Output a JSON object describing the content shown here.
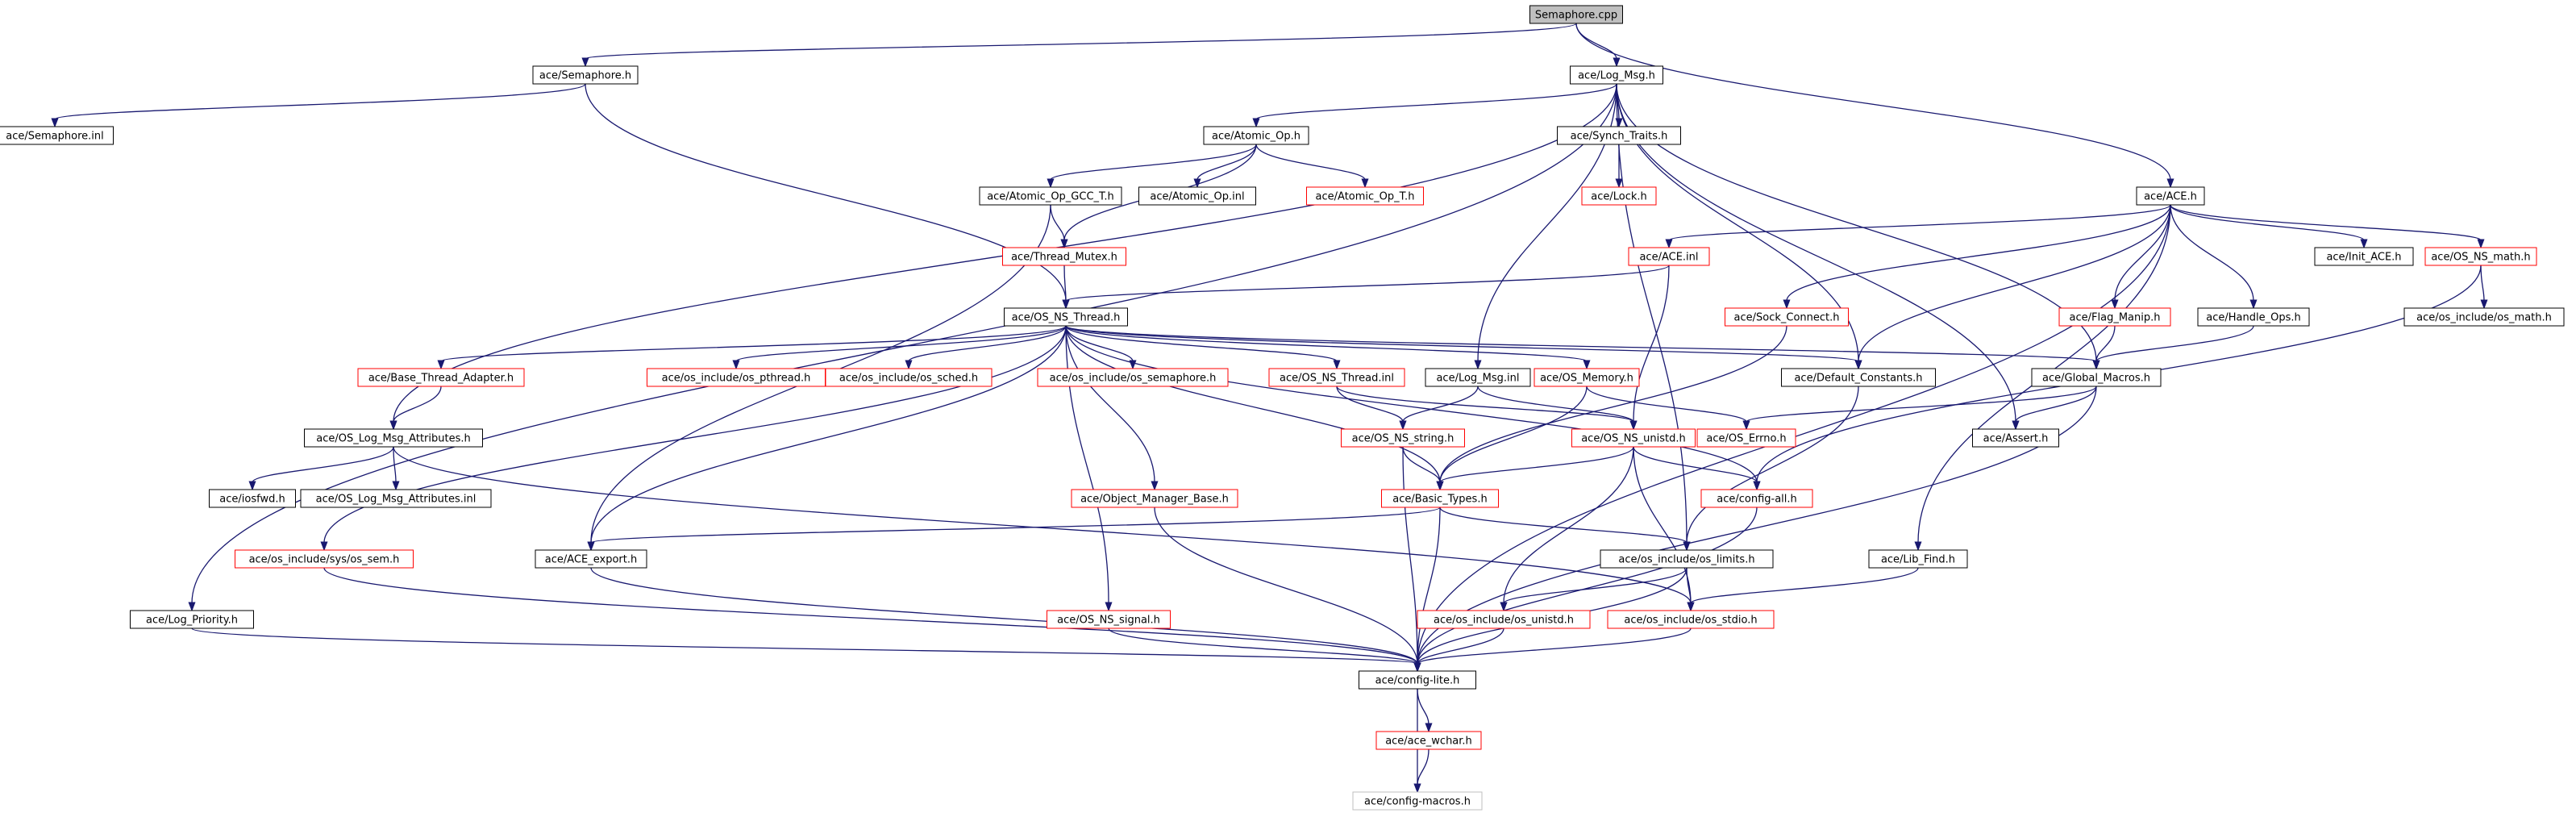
{
  "colors": {
    "edge": "#191970",
    "border_normal": "#000000",
    "border_missing": "#ff0000",
    "border_light": "#bfbfbf",
    "fill_root": "#bfbfbf",
    "fill_node": "#ffffff"
  },
  "nodes": [
    {
      "id": "semaphore_cpp",
      "label": "Semaphore.cpp",
      "style": "root"
    },
    {
      "id": "semaphore_h",
      "label": "ace/Semaphore.h",
      "style": "normal"
    },
    {
      "id": "log_msg_h",
      "label": "ace/Log_Msg.h",
      "style": "normal"
    },
    {
      "id": "semaphore_inl",
      "label": "ace/Semaphore.inl",
      "style": "normal"
    },
    {
      "id": "atomic_op_h",
      "label": "ace/Atomic_Op.h",
      "style": "normal"
    },
    {
      "id": "synch_traits_h",
      "label": "ace/Synch_Traits.h",
      "style": "normal"
    },
    {
      "id": "atomic_op_gcc_t_h",
      "label": "ace/Atomic_Op_GCC_T.h",
      "style": "normal"
    },
    {
      "id": "atomic_op_inl",
      "label": "ace/Atomic_Op.inl",
      "style": "normal"
    },
    {
      "id": "atomic_op_t_h",
      "label": "ace/Atomic_Op_T.h",
      "style": "missing"
    },
    {
      "id": "lock_h",
      "label": "ace/Lock.h",
      "style": "missing"
    },
    {
      "id": "ace_h",
      "label": "ace/ACE.h",
      "style": "normal"
    },
    {
      "id": "thread_mutex_h",
      "label": "ace/Thread_Mutex.h",
      "style": "missing"
    },
    {
      "id": "ace_inl",
      "label": "ace/ACE.inl",
      "style": "missing"
    },
    {
      "id": "init_ace_h",
      "label": "ace/Init_ACE.h",
      "style": "normal"
    },
    {
      "id": "os_ns_math_h",
      "label": "ace/OS_NS_math.h",
      "style": "missing"
    },
    {
      "id": "os_ns_thread_h",
      "label": "ace/OS_NS_Thread.h",
      "style": "normal"
    },
    {
      "id": "sock_connect_h",
      "label": "ace/Sock_Connect.h",
      "style": "missing"
    },
    {
      "id": "flag_manip_h",
      "label": "ace/Flag_Manip.h",
      "style": "missing"
    },
    {
      "id": "handle_ops_h",
      "label": "ace/Handle_Ops.h",
      "style": "normal"
    },
    {
      "id": "os_include_os_math_h",
      "label": "ace/os_include/os_math.h",
      "style": "normal"
    },
    {
      "id": "base_thread_adapter_h",
      "label": "ace/Base_Thread_Adapter.h",
      "style": "missing"
    },
    {
      "id": "os_include_os_pthread_h",
      "label": "ace/os_include/os_pthread.h",
      "style": "missing"
    },
    {
      "id": "os_include_os_sched_h",
      "label": "ace/os_include/os_sched.h",
      "style": "missing"
    },
    {
      "id": "os_include_os_semaphore_h",
      "label": "ace/os_include/os_semaphore.h",
      "style": "missing"
    },
    {
      "id": "os_ns_thread_inl",
      "label": "ace/OS_NS_Thread.inl",
      "style": "missing"
    },
    {
      "id": "log_msg_inl",
      "label": "ace/Log_Msg.inl",
      "style": "normal"
    },
    {
      "id": "os_memory_h",
      "label": "ace/OS_Memory.h",
      "style": "missing"
    },
    {
      "id": "default_constants_h",
      "label": "ace/Default_Constants.h",
      "style": "normal"
    },
    {
      "id": "global_macros_h",
      "label": "ace/Global_Macros.h",
      "style": "normal"
    },
    {
      "id": "os_log_msg_attributes_h",
      "label": "ace/OS_Log_Msg_Attributes.h",
      "style": "normal"
    },
    {
      "id": "os_ns_string_h",
      "label": "ace/OS_NS_string.h",
      "style": "missing"
    },
    {
      "id": "os_ns_unistd_h",
      "label": "ace/OS_NS_unistd.h",
      "style": "missing"
    },
    {
      "id": "os_errno_h",
      "label": "ace/OS_Errno.h",
      "style": "missing"
    },
    {
      "id": "assert_h",
      "label": "ace/Assert.h",
      "style": "normal"
    },
    {
      "id": "iosfwd_h",
      "label": "ace/iosfwd.h",
      "style": "normal"
    },
    {
      "id": "os_log_msg_attributes_inl",
      "label": "ace/OS_Log_Msg_Attributes.inl",
      "style": "normal"
    },
    {
      "id": "object_manager_base_h",
      "label": "ace/Object_Manager_Base.h",
      "style": "missing"
    },
    {
      "id": "basic_types_h",
      "label": "ace/Basic_Types.h",
      "style": "missing"
    },
    {
      "id": "config_all_h",
      "label": "ace/config-all.h",
      "style": "missing"
    },
    {
      "id": "os_include_sys_os_sem_h",
      "label": "ace/os_include/sys/os_sem.h",
      "style": "missing"
    },
    {
      "id": "ace_export_h",
      "label": "ace/ACE_export.h",
      "style": "normal"
    },
    {
      "id": "os_include_os_limits_h",
      "label": "ace/os_include/os_limits.h",
      "style": "normal"
    },
    {
      "id": "lib_find_h",
      "label": "ace/Lib_Find.h",
      "style": "normal"
    },
    {
      "id": "log_priority_h",
      "label": "ace/Log_Priority.h",
      "style": "normal"
    },
    {
      "id": "os_ns_signal_h",
      "label": "ace/OS_NS_signal.h",
      "style": "missing"
    },
    {
      "id": "os_include_os_unistd_h",
      "label": "ace/os_include/os_unistd.h",
      "style": "missing"
    },
    {
      "id": "os_include_os_stdio_h",
      "label": "ace/os_include/os_stdio.h",
      "style": "missing"
    },
    {
      "id": "config_lite_h",
      "label": "ace/config-lite.h",
      "style": "normal"
    },
    {
      "id": "ace_wchar_h",
      "label": "ace/ace_wchar.h",
      "style": "missing"
    },
    {
      "id": "config_macros_h",
      "label": "ace/config-macros.h",
      "style": "light"
    }
  ],
  "edges": [
    [
      "semaphore_cpp",
      "semaphore_h"
    ],
    [
      "semaphore_cpp",
      "log_msg_h"
    ],
    [
      "semaphore_cpp",
      "ace_h"
    ],
    [
      "semaphore_h",
      "semaphore_inl"
    ],
    [
      "semaphore_h",
      "os_ns_thread_h"
    ],
    [
      "log_msg_h",
      "atomic_op_h"
    ],
    [
      "log_msg_h",
      "synch_traits_h"
    ],
    [
      "log_msg_h",
      "log_priority_h"
    ],
    [
      "log_msg_h",
      "os_log_msg_attributes_h"
    ],
    [
      "log_msg_h",
      "log_msg_inl"
    ],
    [
      "log_msg_h",
      "default_constants_h"
    ],
    [
      "log_msg_h",
      "global_macros_h"
    ],
    [
      "log_msg_h",
      "assert_h"
    ],
    [
      "log_msg_h",
      "os_include_os_limits_h"
    ],
    [
      "atomic_op_h",
      "atomic_op_gcc_t_h"
    ],
    [
      "atomic_op_h",
      "atomic_op_inl"
    ],
    [
      "atomic_op_h",
      "atomic_op_t_h"
    ],
    [
      "atomic_op_h",
      "thread_mutex_h"
    ],
    [
      "synch_traits_h",
      "lock_h"
    ],
    [
      "atomic_op_gcc_t_h",
      "thread_mutex_h"
    ],
    [
      "atomic_op_gcc_t_h",
      "ace_export_h"
    ],
    [
      "thread_mutex_h",
      "os_ns_thread_h"
    ],
    [
      "ace_h",
      "ace_inl"
    ],
    [
      "ace_h",
      "init_ace_h"
    ],
    [
      "ace_h",
      "os_ns_math_h"
    ],
    [
      "ace_h",
      "sock_connect_h"
    ],
    [
      "ace_h",
      "flag_manip_h"
    ],
    [
      "ace_h",
      "handle_ops_h"
    ],
    [
      "ace_h",
      "default_constants_h"
    ],
    [
      "ace_h",
      "lib_find_h"
    ],
    [
      "ace_h",
      "config_lite_h"
    ],
    [
      "ace_inl",
      "os_ns_thread_h"
    ],
    [
      "ace_inl",
      "os_ns_unistd_h"
    ],
    [
      "os_ns_math_h",
      "os_include_os_math_h"
    ],
    [
      "os_ns_math_h",
      "config_all_h"
    ],
    [
      "sock_connect_h",
      "basic_types_h"
    ],
    [
      "flag_manip_h",
      "global_macros_h"
    ],
    [
      "handle_ops_h",
      "global_macros_h"
    ],
    [
      "os_ns_thread_h",
      "base_thread_adapter_h"
    ],
    [
      "os_ns_thread_h",
      "os_include_os_pthread_h"
    ],
    [
      "os_ns_thread_h",
      "os_include_os_sched_h"
    ],
    [
      "os_ns_thread_h",
      "os_include_os_semaphore_h"
    ],
    [
      "os_ns_thread_h",
      "os_ns_thread_inl"
    ],
    [
      "os_ns_thread_h",
      "os_memory_h"
    ],
    [
      "os_ns_thread_h",
      "default_constants_h"
    ],
    [
      "os_ns_thread_h",
      "global_macros_h"
    ],
    [
      "os_ns_thread_h",
      "object_manager_base_h"
    ],
    [
      "os_ns_thread_h",
      "basic_types_h"
    ],
    [
      "os_ns_thread_h",
      "config_all_h"
    ],
    [
      "os_ns_thread_h",
      "os_include_sys_os_sem_h"
    ],
    [
      "os_ns_thread_h",
      "ace_export_h"
    ],
    [
      "os_ns_thread_h",
      "os_ns_signal_h"
    ],
    [
      "base_thread_adapter_h",
      "os_log_msg_attributes_h"
    ],
    [
      "os_ns_thread_inl",
      "os_ns_string_h"
    ],
    [
      "os_ns_thread_inl",
      "os_ns_unistd_h"
    ],
    [
      "log_msg_inl",
      "os_ns_string_h"
    ],
    [
      "log_msg_inl",
      "os_ns_unistd_h"
    ],
    [
      "os_memory_h",
      "os_errno_h"
    ],
    [
      "os_memory_h",
      "basic_types_h"
    ],
    [
      "default_constants_h",
      "os_include_os_limits_h"
    ],
    [
      "global_macros_h",
      "os_errno_h"
    ],
    [
      "global_macros_h",
      "assert_h"
    ],
    [
      "global_macros_h",
      "config_lite_h"
    ],
    [
      "os_log_msg_attributes_h",
      "iosfwd_h"
    ],
    [
      "os_log_msg_attributes_h",
      "os_log_msg_attributes_inl"
    ],
    [
      "os_log_msg_attributes_h",
      "os_include_os_stdio_h"
    ],
    [
      "os_ns_string_h",
      "basic_types_h"
    ],
    [
      "os_ns_string_h",
      "config_lite_h"
    ],
    [
      "os_ns_unistd_h",
      "basic_types_h"
    ],
    [
      "os_ns_unistd_h",
      "config_all_h"
    ],
    [
      "os_ns_unistd_h",
      "os_include_os_unistd_h"
    ],
    [
      "os_ns_unistd_h",
      "os_include_os_stdio_h"
    ],
    [
      "object_manager_base_h",
      "config_lite_h"
    ],
    [
      "basic_types_h",
      "ace_export_h"
    ],
    [
      "basic_types_h",
      "os_include_os_limits_h"
    ],
    [
      "basic_types_h",
      "config_lite_h"
    ],
    [
      "config_all_h",
      "config_lite_h"
    ],
    [
      "os_include_sys_os_sem_h",
      "config_lite_h"
    ],
    [
      "ace_export_h",
      "config_lite_h"
    ],
    [
      "os_include_os_limits_h",
      "os_include_os_unistd_h"
    ],
    [
      "os_include_os_limits_h",
      "os_include_os_stdio_h"
    ],
    [
      "os_include_os_limits_h",
      "config_lite_h"
    ],
    [
      "lib_find_h",
      "os_include_os_stdio_h"
    ],
    [
      "log_priority_h",
      "config_lite_h"
    ],
    [
      "os_ns_signal_h",
      "config_lite_h"
    ],
    [
      "os_include_os_unistd_h",
      "config_lite_h"
    ],
    [
      "os_include_os_stdio_h",
      "config_lite_h"
    ],
    [
      "config_lite_h",
      "ace_wchar_h"
    ],
    [
      "config_lite_h",
      "config_macros_h"
    ],
    [
      "ace_wchar_h",
      "config_macros_h"
    ]
  ]
}
